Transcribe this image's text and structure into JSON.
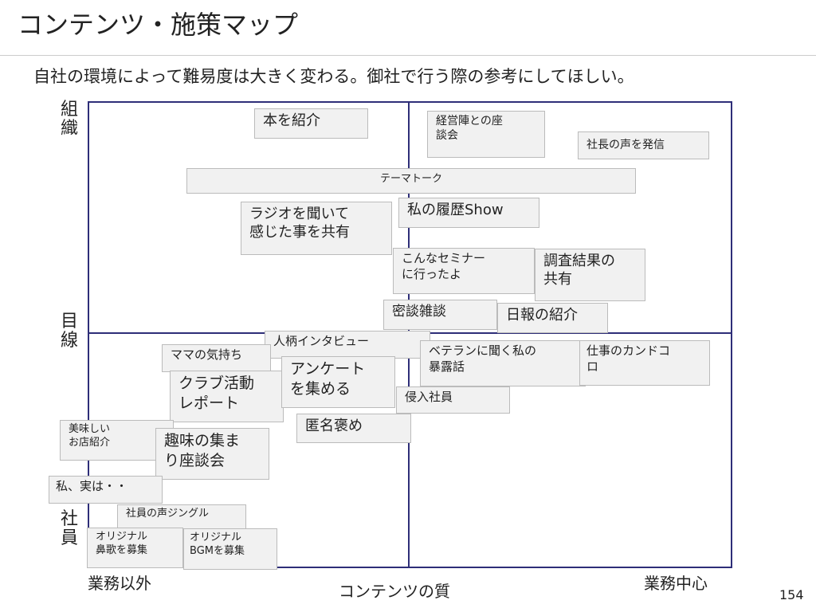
{
  "title": "コンテンツ・施策マップ",
  "subtitle": "自社の環境によって難易度は大きく変わる。御社で行う際の参考にしてほしい。",
  "axes": {
    "top": "組織",
    "middle": "目線",
    "bottom": "社員",
    "left": "業務以外",
    "center": "コンテンツの質",
    "right": "業務中心"
  },
  "page_number": "154",
  "items": [
    "本を紹介",
    "経営陣との座\n談会",
    "社長の声を発信",
    "テーマトーク",
    "ラジオを聞いて\n感じた事を共有",
    "私の履歴Show",
    "こんなセミナー\nに行ったよ",
    "調査結果の\n共有",
    "密談雑談",
    "日報の紹介",
    "人柄インタビュー",
    "ママの気持ち",
    "ベテランに聞く私の\n暴露話",
    "仕事のカンドコ\nロ",
    "クラブ活動\nレポート",
    "アンケート\nを集める",
    "侵入社員",
    "匿名褒め",
    "美味しい\nお店紹介",
    "趣味の集ま\nり座談会",
    "私、実は・・",
    "社員の声ジングル",
    "オリジナル\n鼻歌を募集",
    "オリジナル\nBGMを募集"
  ]
}
